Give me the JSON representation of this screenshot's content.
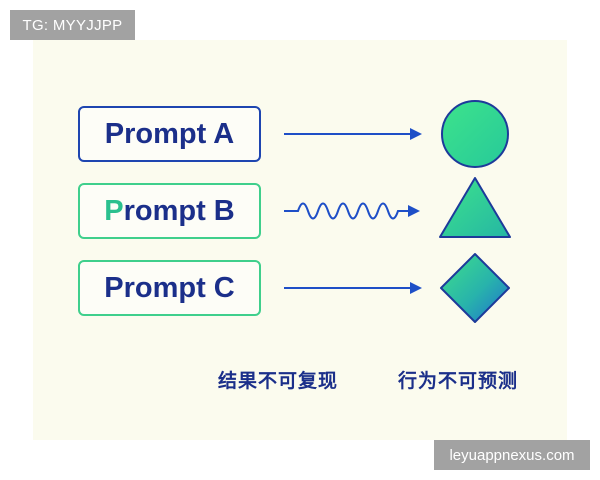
{
  "tag": "TG: MYYJJPP",
  "watermark": "leyuappnexus.com",
  "prompts": [
    {
      "first": "",
      "rest": "Prompt A"
    },
    {
      "first": "P",
      "rest": "rompt B"
    },
    {
      "first": "",
      "rest": "Prompt C"
    }
  ],
  "labels": {
    "left": "结果不可复现",
    "right": "行为不可预测"
  },
  "colors": {
    "navy": "#1b2f8a",
    "arrow": "#1e4fc7",
    "green": "#33d98a",
    "teal": "#2fb7b0"
  },
  "shapes": [
    "circle",
    "triangle",
    "diamond"
  ]
}
